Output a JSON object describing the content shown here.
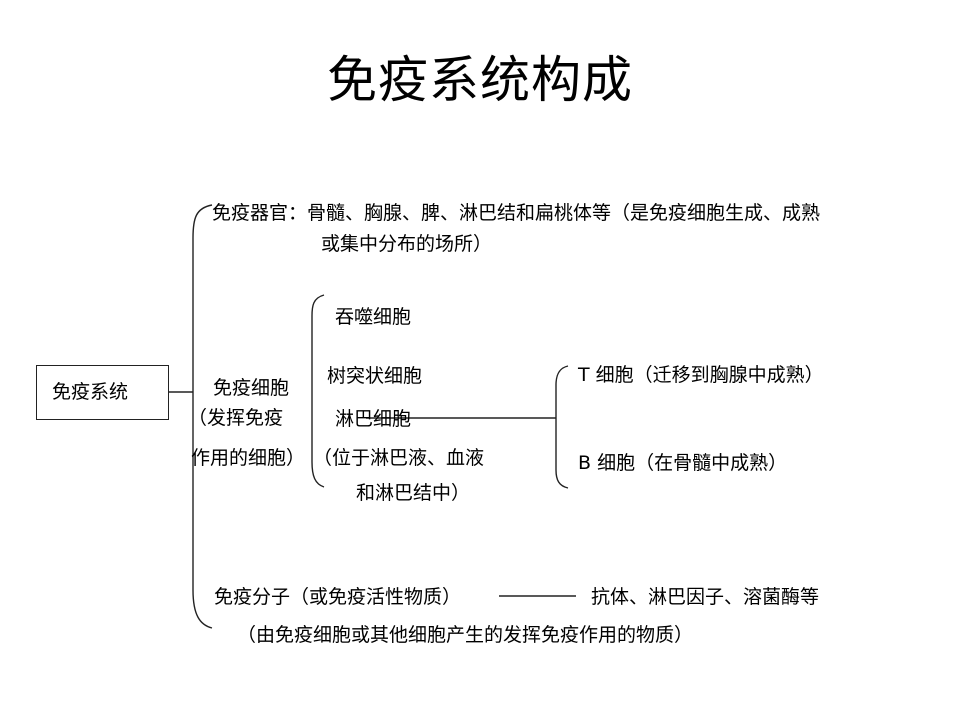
{
  "title": "免疫系统构成",
  "root": "免疫系统",
  "organs": {
    "line1": "免疫器官：骨髓、胸腺、脾、淋巴结和扁桃体等（是免疫细胞生成、成熟",
    "line2": "或集中分布的场所）"
  },
  "cells": {
    "label1": "免疫细胞",
    "label2": "（发挥免疫",
    "label3": "作用的细胞）",
    "items": [
      "吞噬细胞",
      "树突状细胞",
      "淋巴细胞"
    ],
    "lymph_note1": "（位于淋巴液、血液",
    "lymph_note2": "和淋巴结中）",
    "t_cell": "T 细胞（迁移到胸腺中成熟）",
    "b_cell": "B 细胞（在骨髓中成熟）"
  },
  "molecules": {
    "line1": "免疫分子（或免疫活性物质）",
    "examples": "抗体、淋巴因子、溶菌酶等",
    "line2": "（由免疫细胞或其他细胞产生的发挥免疫作用的物质）"
  }
}
